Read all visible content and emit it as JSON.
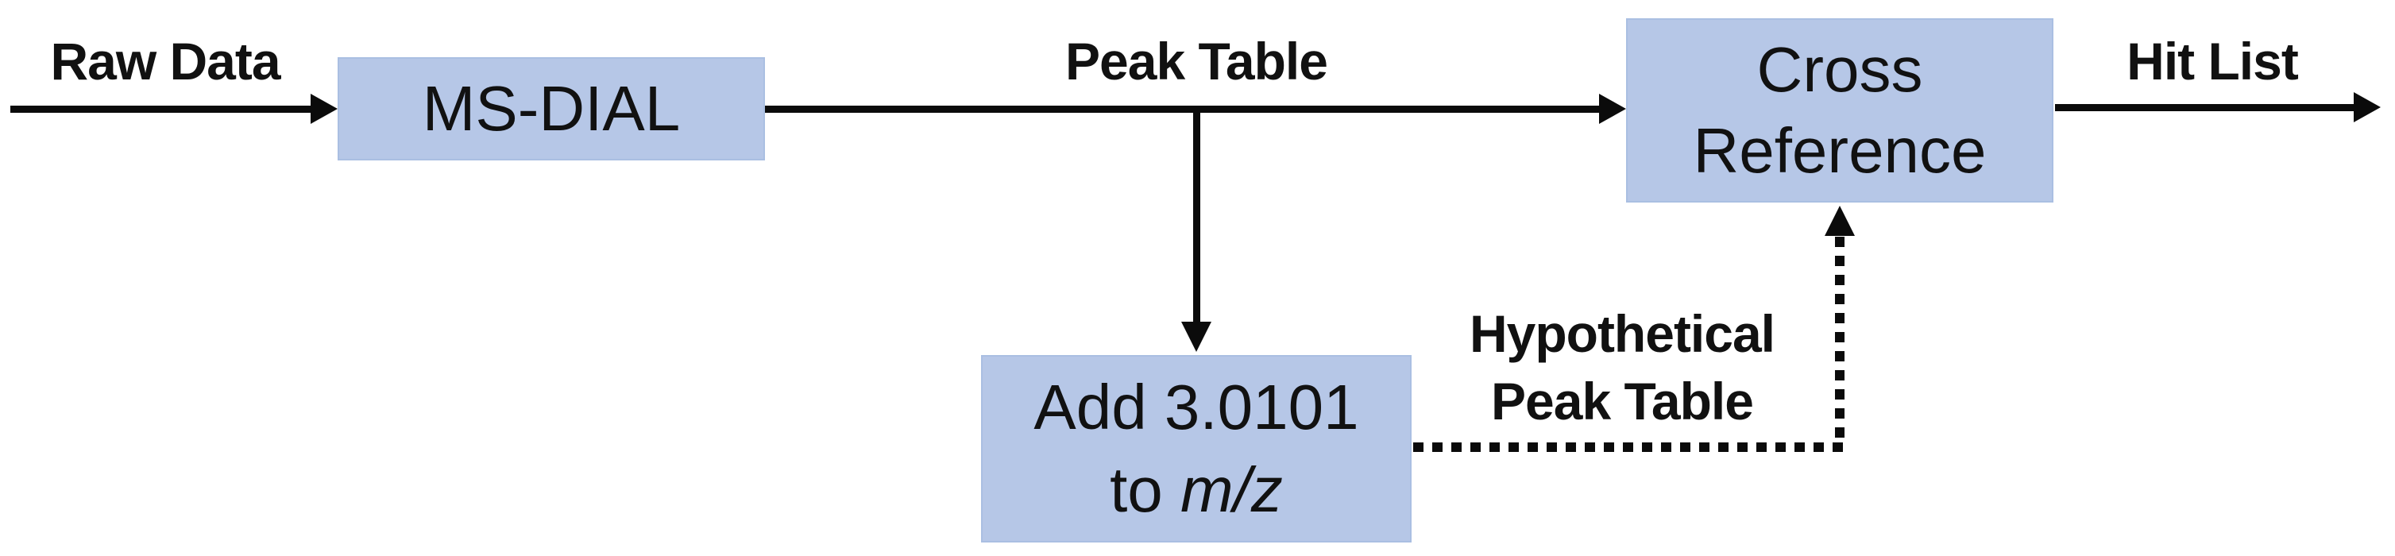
{
  "diagram": {
    "colors": {
      "background": "#ffffff",
      "box_fill": "#b6c7e7",
      "box_border": "#aabfe2",
      "line": "#0b0b0b",
      "text": "#111111"
    },
    "nodes": {
      "msdial": {
        "label": "MS-DIAL"
      },
      "add_adduct": {
        "line1": "Add 3.0101",
        "line2_prefix": "to ",
        "line2_emphasis": "m/z"
      },
      "cross_reference": {
        "line1": "Cross",
        "line2": "Reference"
      }
    },
    "edge_labels": {
      "raw_data": "Raw Data",
      "peak_table": "Peak Table",
      "hit_list": "Hit List",
      "hypothetical_line1": "Hypothetical",
      "hypothetical_line2": "Peak Table"
    }
  }
}
